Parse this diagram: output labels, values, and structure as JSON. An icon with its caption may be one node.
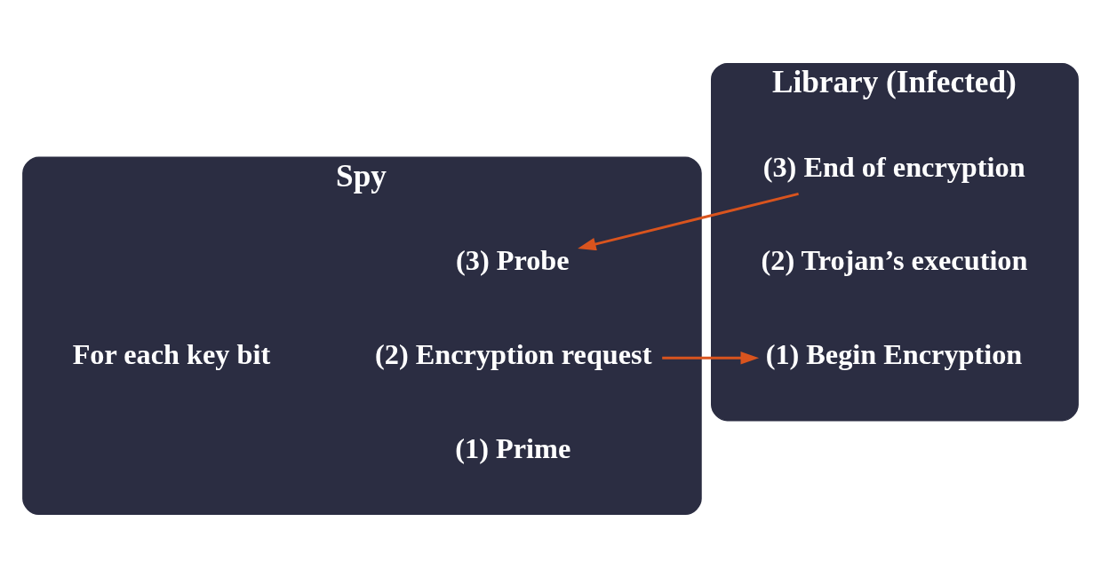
{
  "diagram": {
    "nodes": [
      {
        "text": [
          "Spy"
        ]
      },
      {
        "text": [
          "For each key bit"
        ],
        "in": 0
      },
      {
        "text": [
          "(1) Prime"
        ],
        "in": 0
      },
      {
        "text": [
          "(2) Encryption request"
        ],
        "in": 0
      },
      {
        "text": [
          "(3) Probe"
        ],
        "in": 0
      },
      {
        "text": [
          "Library (Infected)"
        ]
      },
      {
        "text": [
          "(1) Begin Encryption"
        ],
        "in": 5
      },
      {
        "text": [
          "(2) Trojan’s execution"
        ],
        "in": 5
      },
      {
        "text": [
          "(3) End of encryption"
        ],
        "in": 5
      }
    ],
    "edges": [
      {
        "from": 3,
        "to": 6,
        "arrow": "to"
      },
      {
        "from": 8,
        "to": 4,
        "arrow": "to"
      }
    ]
  }
}
